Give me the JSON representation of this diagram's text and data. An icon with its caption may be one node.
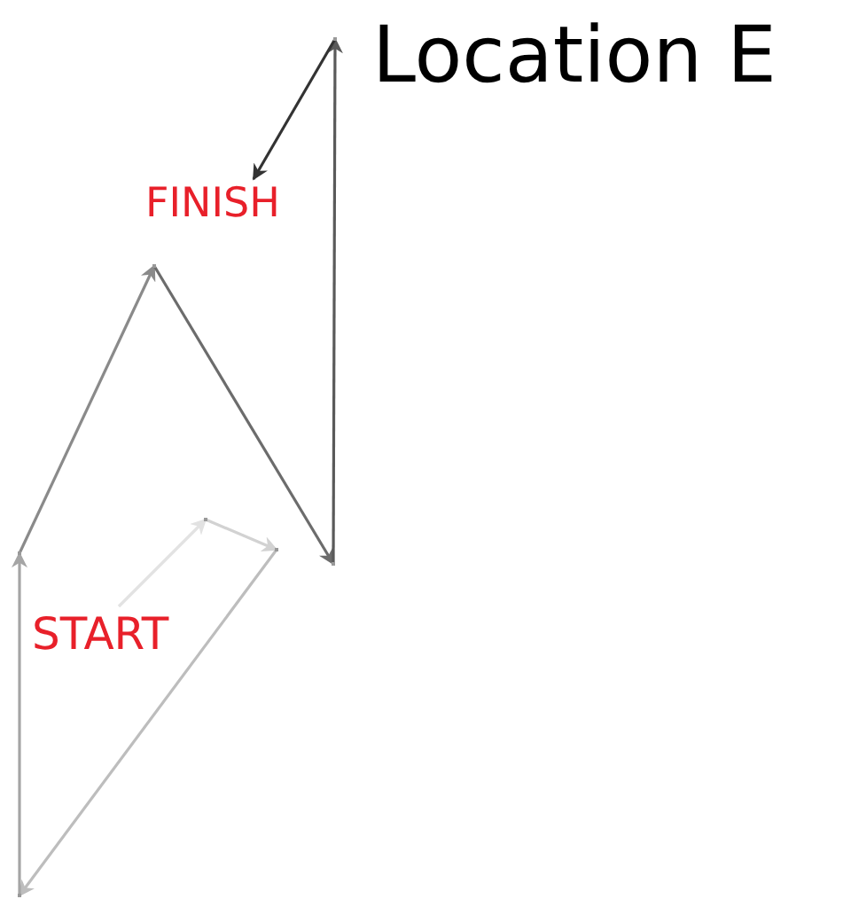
{
  "diagram": {
    "nodes": [
      {
        "text": [
          "START"
        ]
      },
      {
        "text": [
          "FINISH"
        ]
      },
      {
        "text": [],
        "shape": "point"
      },
      {
        "text": [],
        "shape": "point"
      },
      {
        "text": [],
        "shape": "point"
      },
      {
        "text": [],
        "shape": "point"
      },
      {
        "text": [],
        "shape": "point"
      },
      {
        "text": [],
        "shape": "point"
      },
      {
        "text": [],
        "shape": "point"
      }
    ],
    "edges": [
      {
        "from": 0,
        "to": 2,
        "arrow": "to",
        "color": "#e2e2e2"
      },
      {
        "from": 2,
        "to": 3,
        "arrow": "to",
        "color": "#d2d2d2"
      },
      {
        "from": 3,
        "to": 4,
        "arrow": "to",
        "color": "#bdbdbd"
      },
      {
        "from": 4,
        "to": 5,
        "arrow": "to",
        "color": "#a5a5a5"
      },
      {
        "from": 5,
        "to": 6,
        "arrow": "to",
        "color": "#8a8a8a"
      },
      {
        "from": 6,
        "to": 7,
        "arrow": "to",
        "color": "#6c6c6c"
      },
      {
        "from": 7,
        "to": 8,
        "arrow": "to",
        "color": "#5a5a5a"
      },
      {
        "from": 8,
        "to": 1,
        "arrow": "to",
        "color": "#333333"
      }
    ],
    "labels": [
      "Location E"
    ]
  }
}
